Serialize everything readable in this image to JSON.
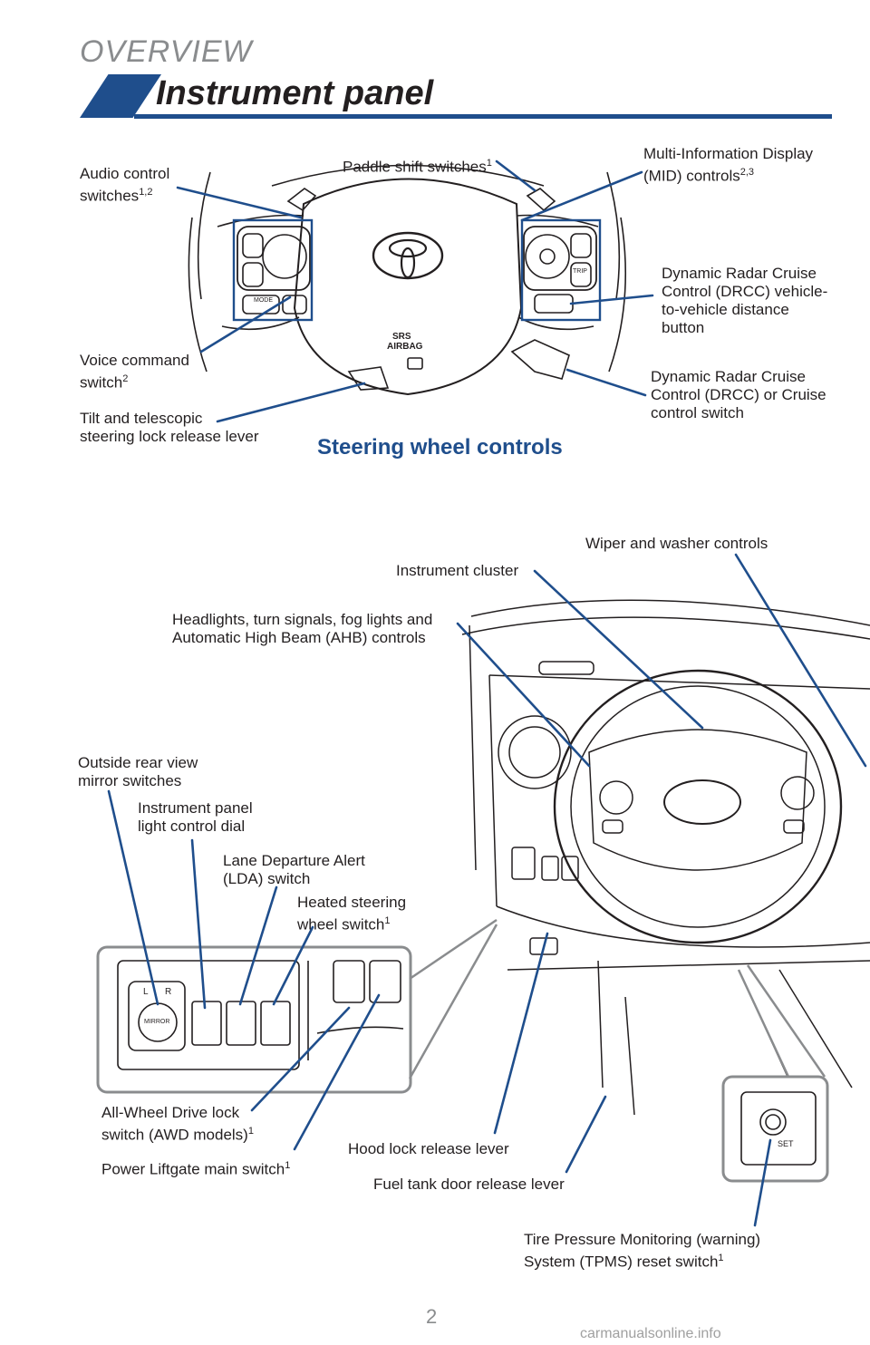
{
  "header": {
    "section": "OVERVIEW",
    "title": "Instrument panel"
  },
  "steering": {
    "caption": "Steering wheel controls",
    "labels": {
      "paddle": "Paddle shift switches",
      "paddle_sup": "1",
      "audio_l1": "Audio control",
      "audio_l2": "switches",
      "audio_sup": "1,2",
      "mid_l1": "Multi-Information Display",
      "mid_l2": "(MID) controls",
      "mid_sup": "2,3",
      "drcc_dist_l1": "Dynamic Radar Cruise",
      "drcc_dist_l2": "Control (DRCC) vehicle-",
      "drcc_dist_l3": "to-vehicle distance",
      "drcc_dist_l4": "button",
      "voice_l1": "Voice command",
      "voice_l2": "switch",
      "voice_sup": "2",
      "drcc_l1": "Dynamic Radar Cruise",
      "drcc_l2": "Control (DRCC) or Cruise",
      "drcc_l3": "control switch",
      "tilt_l1": "Tilt and telescopic",
      "tilt_l2": "steering lock release lever"
    }
  },
  "dash": {
    "labels": {
      "wiper": "Wiper and washer controls",
      "cluster": "Instrument cluster",
      "headlights_l1": "Headlights, turn signals, fog lights and",
      "headlights_l2": "Automatic High Beam (AHB) controls",
      "mirror_l1": "Outside rear view",
      "mirror_l2": "mirror switches",
      "dial_l1": "Instrument panel",
      "dial_l2": "light control dial",
      "lda_l1": "Lane Departure Alert",
      "lda_l2": "(LDA) switch",
      "heated_l1": "Heated steering",
      "heated_l2": "wheel switch",
      "heated_sup": "1",
      "awd_l1": "All-Wheel Drive lock",
      "awd_l2": "switch (AWD models)",
      "awd_sup": "1",
      "liftgate": "Power Liftgate main switch",
      "liftgate_sup": "1",
      "hood": "Hood lock release lever",
      "fuel": "Fuel tank door release lever",
      "tpms_l1": "Tire Pressure Monitoring (warning)",
      "tpms_l2": "System (TPMS) reset switch",
      "tpms_sup": "1"
    },
    "buttons": {
      "mirror_l": "L",
      "mirror_r": "R",
      "mirror": "MIRROR",
      "set": "SET",
      "mode": "MODE",
      "trip": "TRIP",
      "srs_l1": "SRS",
      "srs_l2": "AIRBAG"
    }
  },
  "footer": {
    "page": "2",
    "site": "carmanualsonline.info"
  },
  "colors": {
    "accent": "#1f4e8c",
    "leader": "#1f4e8c",
    "gray": "#8a8c8e"
  }
}
